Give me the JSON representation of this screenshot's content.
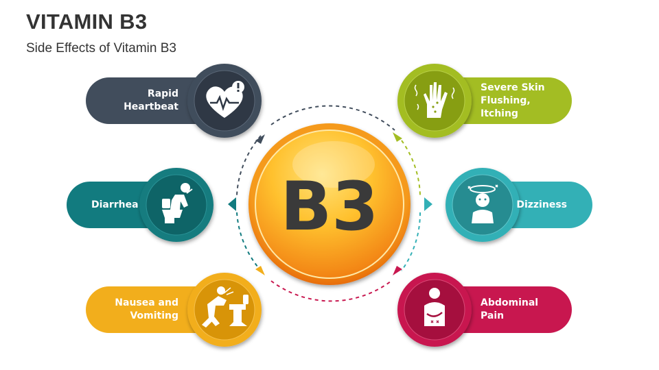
{
  "title": "VITAMIN B3",
  "subtitle": "Side Effects of Vitamin B3",
  "center": {
    "text": "B3"
  },
  "items": [
    {
      "line1": "Rapid",
      "line2": "Heartbeat",
      "icon": "heart-pulse-icon",
      "color": "#414d5c"
    },
    {
      "line1": "Diarrhea",
      "line2": "",
      "icon": "toilet-person-icon",
      "color": "#127b7f"
    },
    {
      "line1": "Nausea and",
      "line2": "Vomiting",
      "icon": "vomiting-person-icon",
      "color": "#f2ae1c"
    },
    {
      "line1": "Severe Skin",
      "line2": "Flushing, Itching",
      "icon": "itchy-hand-icon",
      "color": "#a3bd23"
    },
    {
      "line1": "Dizziness",
      "line2": "",
      "icon": "dizzy-person-icon",
      "color": "#33b0b6"
    },
    {
      "line1": "Abdominal",
      "line2": "Pain",
      "icon": "stomach-pain-icon",
      "color": "#c8174f"
    }
  ],
  "colors": {
    "title": "#333333",
    "orb_dark": "#f07c12",
    "orb_light": "#ffd25a",
    "center_text": "#3a3a3a"
  }
}
